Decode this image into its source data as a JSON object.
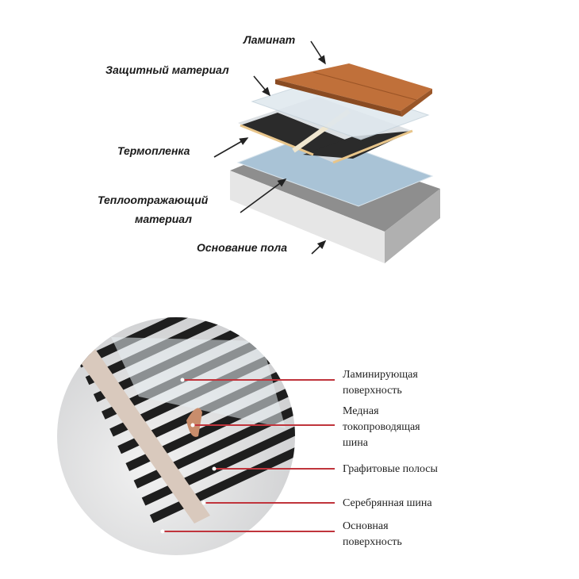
{
  "top_diagram": {
    "labels": {
      "laminate": "Ламинат",
      "protective": "Защитный материал",
      "film": "Термопленка",
      "reflective_1": "Теплоотражающий",
      "reflective_2": "материал",
      "base": "Основание пола"
    },
    "colors": {
      "laminate": "#c0703a",
      "film": "#2a2a2a",
      "reflective": "#a9c3d6",
      "base": "#cfcfcf"
    }
  },
  "bottom_diagram": {
    "labels": {
      "laminating_1": "Ламинирующая",
      "laminating_2": "поверхность",
      "copper_1": "Медная",
      "copper_2": "токопроводящая",
      "copper_3": "шина",
      "graphite": "Графитовые полосы",
      "silver": "Серебрянная шина",
      "base_1": "Основная",
      "base_2": "поверхность"
    },
    "colors": {
      "leader": "#c0343c",
      "stripes": "#1e1e1e",
      "copper": "#c98d6c"
    }
  }
}
